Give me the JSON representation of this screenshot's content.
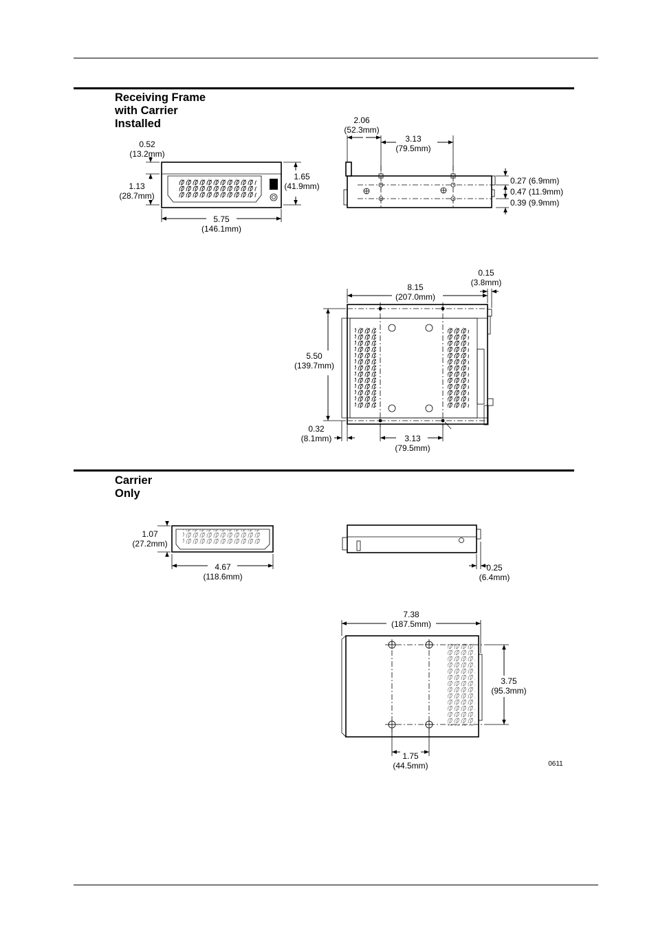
{
  "sections": {
    "receiving": {
      "title_lines": [
        "Receiving Frame",
        "with Carrier",
        "Installed"
      ],
      "front": {
        "top_offset": "0.52",
        "top_offset_mm": "(13.2mm)",
        "inner_height": "1.13",
        "inner_height_mm": "(28.7mm)",
        "height": "1.65",
        "height_mm": "(41.9mm)",
        "width": "5.75",
        "width_mm": "(146.1mm)"
      },
      "side": {
        "front_to_hole": "2.06",
        "front_to_hole_mm": "(52.3mm)",
        "hole_spacing": "3.13",
        "hole_spacing_mm": "(79.5mm)",
        "r1": "0.27 (6.9mm)",
        "r2": "0.47 (11.9mm)",
        "r3": "0.39 (9.9mm)"
      },
      "top": {
        "rear_offset": "0.15",
        "rear_offset_mm": "(3.8mm)",
        "length": "8.15",
        "length_mm": "(207.0mm)",
        "width": "5.50",
        "width_mm": "(139.7mm)",
        "edge_offset": "0.32",
        "edge_offset_mm": "(8.1mm)",
        "hole_spacing": "3.13",
        "hole_spacing_mm": "(79.5mm)"
      }
    },
    "carrier": {
      "title_lines": [
        "Carrier",
        "Only"
      ],
      "front": {
        "height": "1.07",
        "height_mm": "(27.2mm)",
        "width": "4.67",
        "width_mm": "(118.6mm)"
      },
      "side": {
        "rear": "0.25",
        "rear_mm": "(6.4mm)"
      },
      "top": {
        "length": "7.38",
        "length_mm": "(187.5mm)",
        "hole_spacing_y": "3.75",
        "hole_spacing_y_mm": "(95.3mm)",
        "hole_spacing_x": "1.75",
        "hole_spacing_x_mm": "(44.5mm)"
      }
    }
  },
  "figure_id": "0611"
}
